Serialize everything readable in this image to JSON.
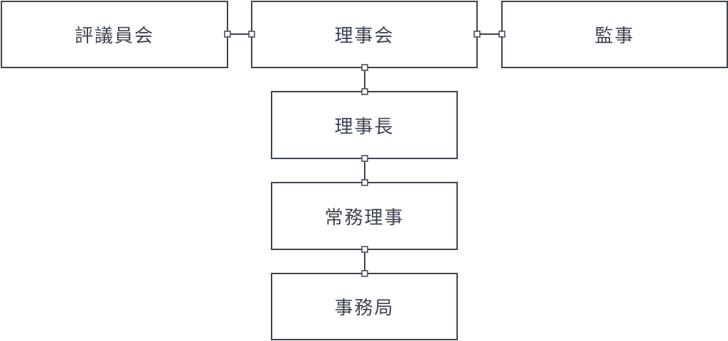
{
  "org_chart": {
    "council": "評議員会",
    "board": "理事会",
    "auditor": "監事",
    "chairman": "理事長",
    "executive_director": "常務理事",
    "secretariat": "事務局"
  }
}
